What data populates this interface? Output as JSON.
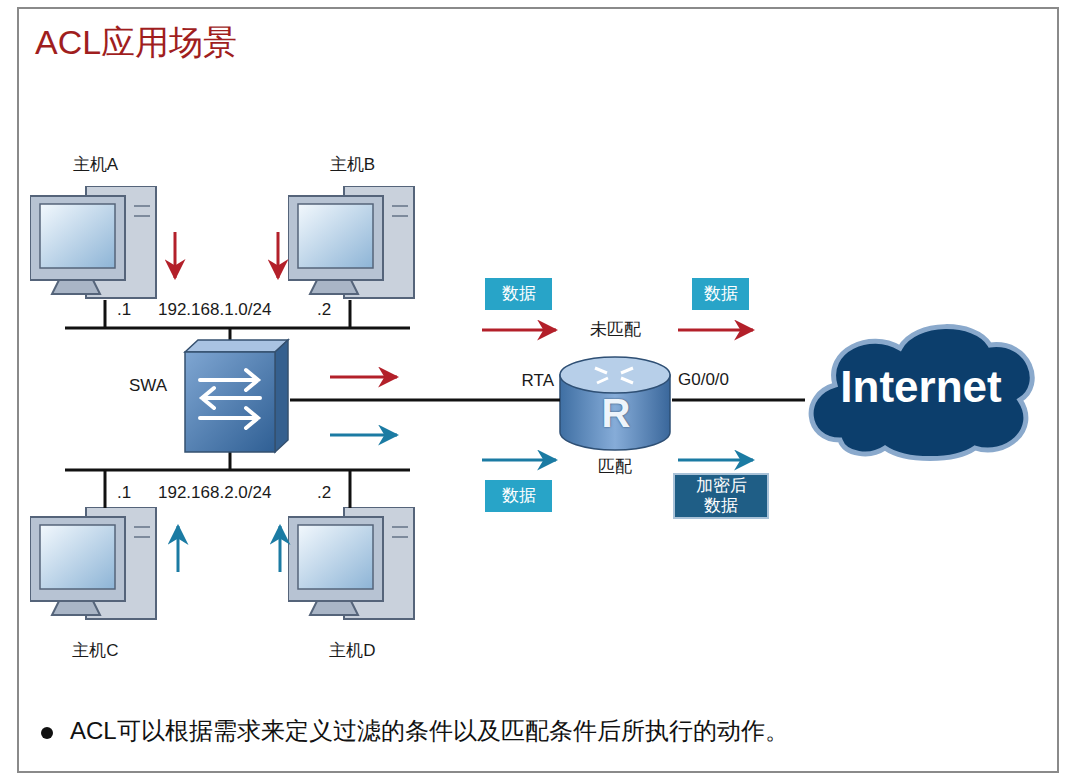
{
  "diagram": {
    "title": "ACL应用场景",
    "caption": "ACL可以根据需求来定义过滤的条件以及匹配条件后所执行的动作。",
    "nodes": [
      {
        "text": [
          "主机A"
        ]
      },
      {
        "text": [
          "主机B"
        ]
      },
      {
        "text": [
          "数据"
        ]
      },
      {
        "text": [
          "数据"
        ]
      },
      {
        "text": [
          "SWA"
        ]
      },
      {
        "text": [
          "RTA",
          "R"
        ]
      },
      {
        "text": [
          "Internet"
        ]
      },
      {
        "text": [
          "数据"
        ]
      },
      {
        "text": [
          "加密后 数据"
        ]
      },
      {
        "text": [
          "主机C"
        ]
      },
      {
        "text": [
          "主机D"
        ]
      }
    ],
    "edges": [
      {
        "from": 4,
        "to": 5,
        "arrow": "none"
      },
      {
        "from": 5,
        "to": 6,
        "arrow": "none"
      }
    ],
    "labels": [
      ".1",
      "192.168.1.0/24",
      ".2",
      "未匹配",
      "G0/0/0",
      "匹配",
      ".1",
      "192.168.2.0/24",
      ".2"
    ]
  }
}
